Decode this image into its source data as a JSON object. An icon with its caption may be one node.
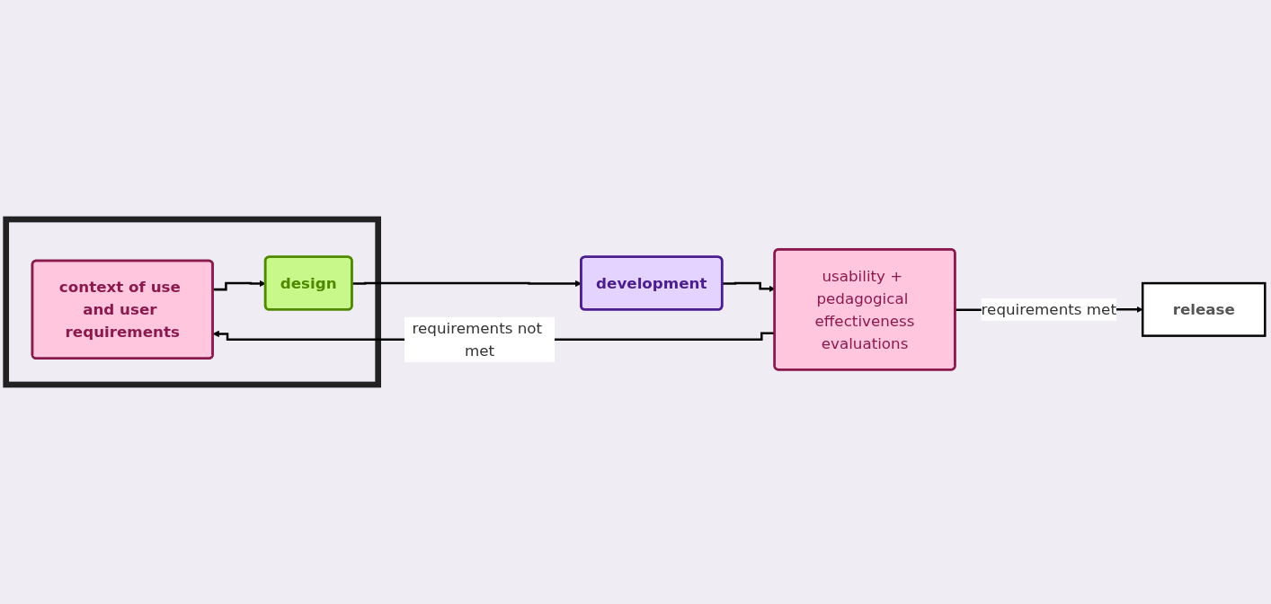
{
  "diagram": {
    "nodes": [
      {
        "text": [],
        "shape": "box"
      },
      {
        "text": [
          "context of use and user requirements"
        ],
        "in": 0
      },
      {
        "text": [
          "design"
        ],
        "in": 0
      },
      {
        "text": [
          "development"
        ]
      },
      {
        "text": [
          "usability + pedagogical effectiveness",
          "evaluations"
        ]
      },
      {
        "text": [
          "release"
        ]
      }
    ],
    "edges": [
      {
        "from": 1,
        "to": 2,
        "arrow": "to"
      },
      {
        "from": 2,
        "to": 3,
        "arrow": "to"
      },
      {
        "from": 3,
        "to": 4,
        "arrow": "to"
      },
      {
        "from": 4,
        "to": 1,
        "arrow": "to",
        "label": "requirements not met"
      },
      {
        "from": 4,
        "to": 5,
        "arrow": "to",
        "label": "requirements met"
      }
    ]
  }
}
